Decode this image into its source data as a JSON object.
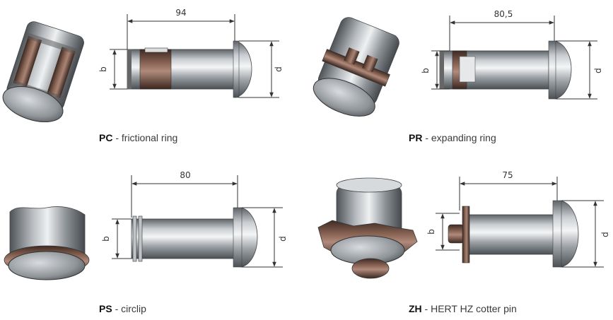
{
  "panels": [
    {
      "code": "PC",
      "desc": " - frictional ring",
      "length": "94",
      "b": "b",
      "d": "d"
    },
    {
      "code": "PR",
      "desc": " - expanding ring",
      "length": "80,5",
      "b": "b",
      "d": "d"
    },
    {
      "code": "PS",
      "desc": " - circlip",
      "length": "80",
      "b": "b",
      "d": "d"
    },
    {
      "code": "ZH",
      "desc": " - HERT HZ cotter pin",
      "length": "75",
      "b": "b",
      "d": "d"
    }
  ],
  "colors": {
    "steel": "#9a9ea3",
    "steel_dark": "#5c6166",
    "steel_light": "#e6e8ea",
    "ring": "#6b4a3c",
    "ring_light": "#a88172"
  }
}
